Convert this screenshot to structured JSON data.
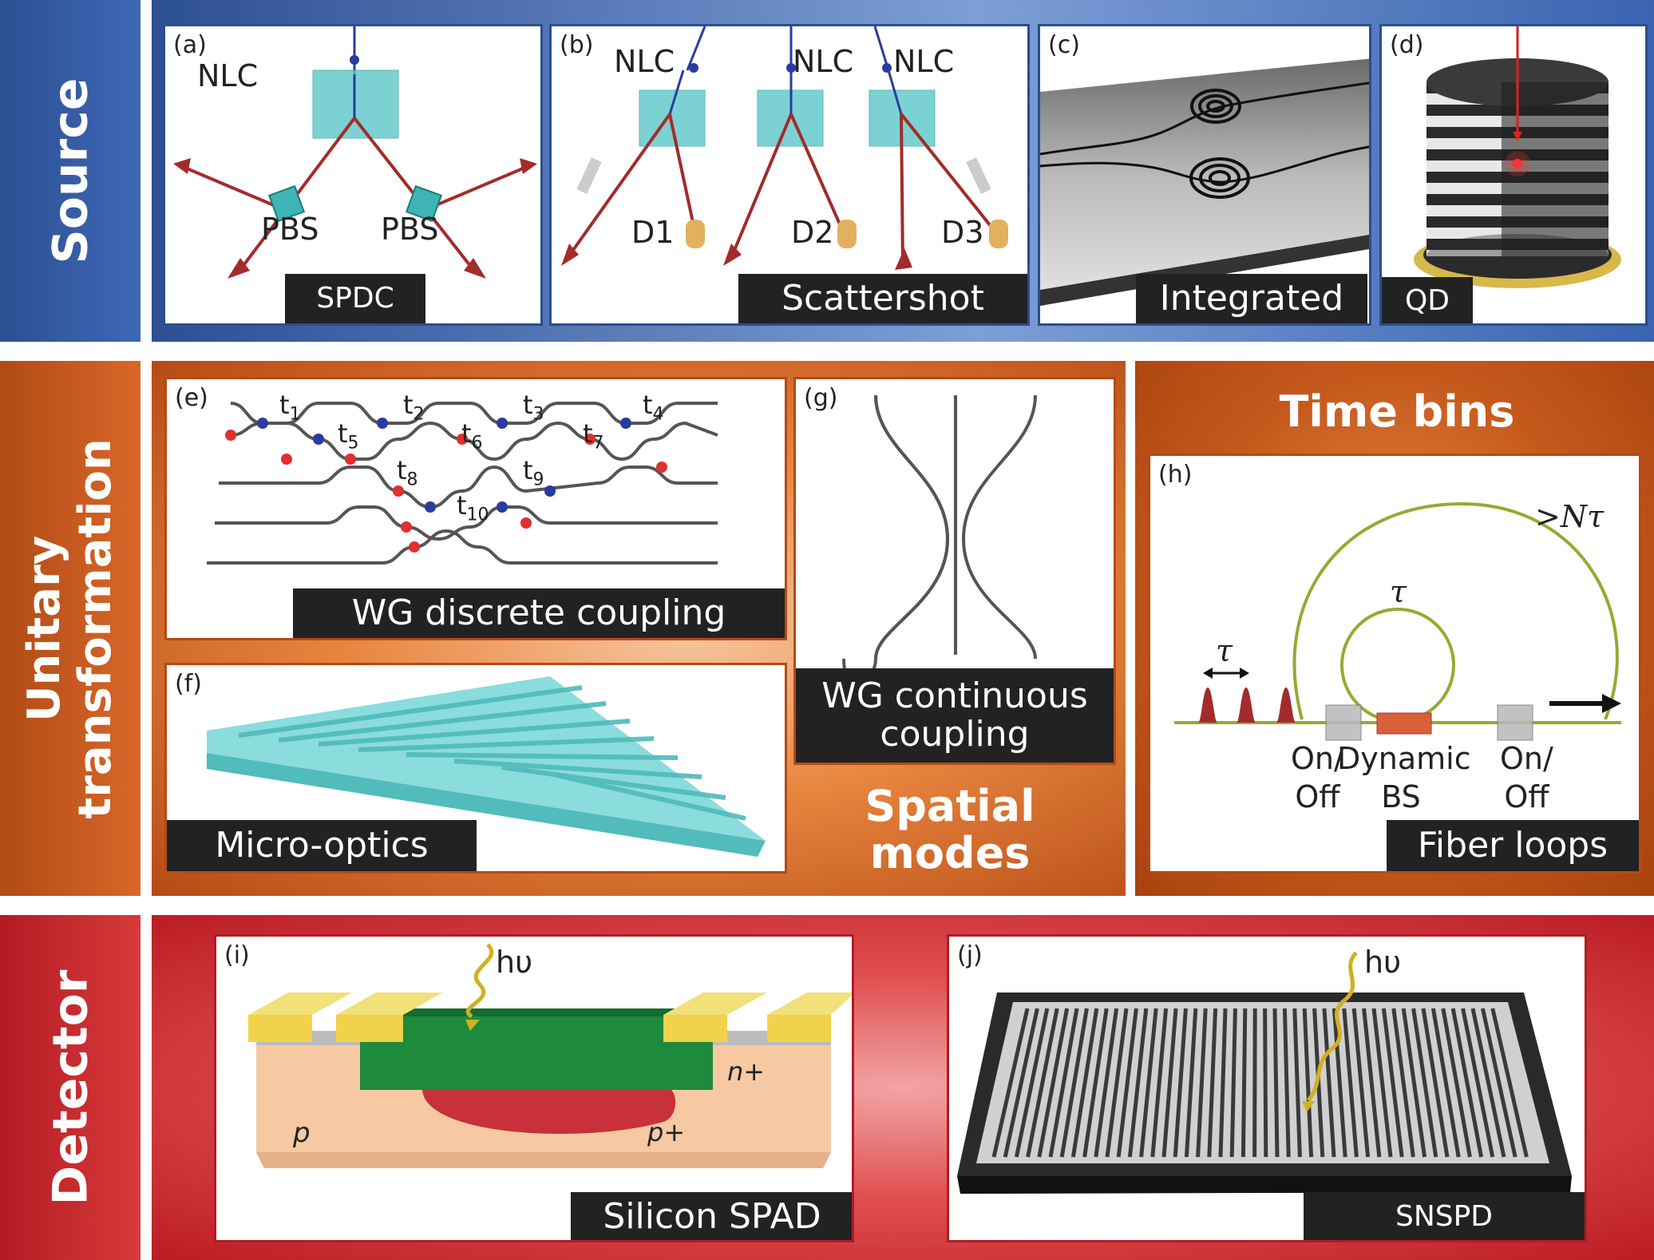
{
  "rows": {
    "source": "Source",
    "unitary_line1": "Unitary",
    "unitary_line2": "transformation",
    "detector": "Detector"
  },
  "panels": {
    "a": {
      "letter": "(a)",
      "tag": "SPDC",
      "nlc": "NLC",
      "pbs1": "PBS",
      "pbs2": "PBS"
    },
    "b": {
      "letter": "(b)",
      "tag": "Scattershot",
      "nlc1": "NLC",
      "nlc2": "NLC",
      "nlc3": "NLC",
      "d1": "D1",
      "d2": "D2",
      "d3": "D3"
    },
    "c": {
      "letter": "(c)",
      "tag": "Integrated"
    },
    "d": {
      "letter": "(d)",
      "tag": "QD"
    },
    "e": {
      "letter": "(e)",
      "tag": "WG discrete coupling",
      "t": [
        "t",
        "t",
        "t",
        "t",
        "t",
        "t",
        "t",
        "t",
        "t",
        "t"
      ],
      "sub": [
        "1",
        "2",
        "3",
        "4",
        "5",
        "6",
        "7",
        "8",
        "9",
        "10"
      ]
    },
    "f": {
      "letter": "(f)",
      "tag": "Micro-optics"
    },
    "g": {
      "letter": "(g)",
      "tag_line1": "WG continuous",
      "tag_line2": "coupling"
    },
    "h": {
      "letter": "(h)",
      "tag": "Fiber loops",
      "n_tau": ">Nτ",
      "tau_loop": "τ",
      "tau_pulse": "τ",
      "onoff1_a": "On/",
      "onoff1_b": "Off",
      "dyn_a": "Dynamic",
      "dyn_b": "BS",
      "onoff2_a": "On/",
      "onoff2_b": "Off"
    },
    "i": {
      "letter": "(i)",
      "tag": "Silicon SPAD",
      "hv": "hυ",
      "n_plus": "n+",
      "p_plus": "p+",
      "p": "p"
    },
    "j": {
      "letter": "(j)",
      "tag": "SNSPD",
      "hv": "hυ"
    }
  },
  "headings": {
    "time_bins": "Time bins",
    "spatial_line1": "Spatial",
    "spatial_line2": "modes"
  },
  "colors": {
    "source_band": "#3a64b0",
    "unitary_band": "#d9672a",
    "detector_band": "#c8202c",
    "glass": "#5cc8c8",
    "beam": "#a32b2b",
    "blue_dot": "#2b3b9e",
    "red_dot": "#e03030",
    "fiber": "#9aa832"
  }
}
